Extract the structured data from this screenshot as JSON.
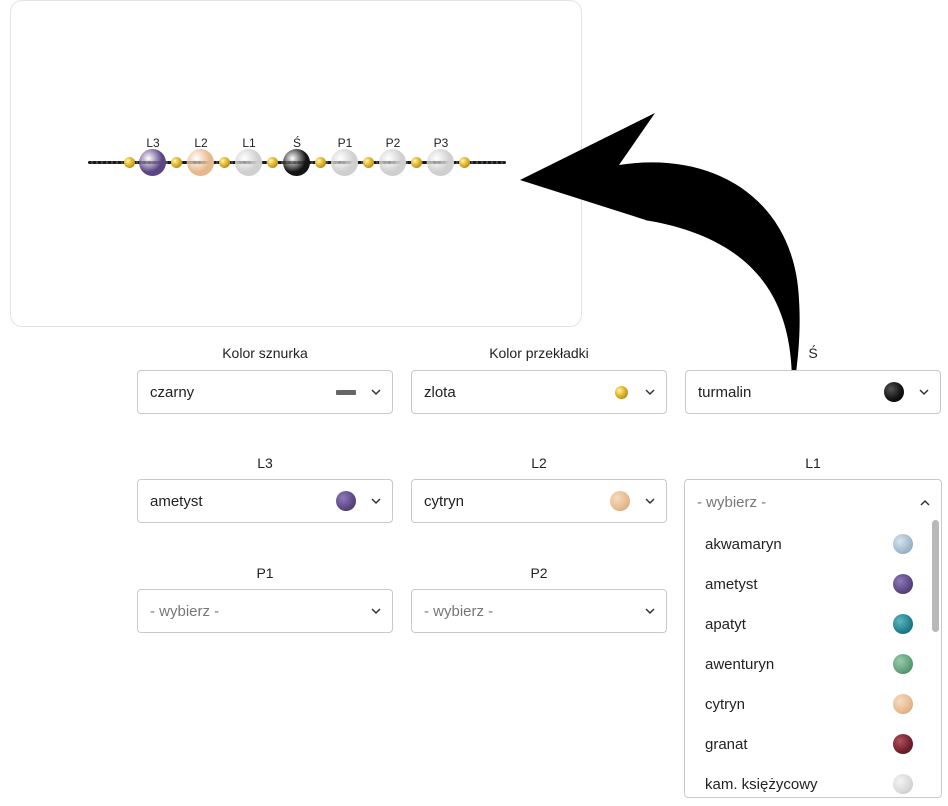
{
  "preview": {
    "beads": [
      {
        "label": "L3",
        "color": "#5b4683"
      },
      {
        "label": "L2",
        "color": "#e6b98d"
      },
      {
        "label": "L1",
        "color": "#cfcfcf"
      },
      {
        "label": "Ś",
        "color": "#141414"
      },
      {
        "label": "P1",
        "color": "#cfcfcf"
      },
      {
        "label": "P2",
        "color": "#cfcfcf"
      },
      {
        "label": "P3",
        "color": "#cfcfcf"
      }
    ]
  },
  "fields": {
    "cord": {
      "label": "Kolor sznurka",
      "value": "czarny"
    },
    "spacer": {
      "label": "Kolor przekładki",
      "value": "zlota"
    },
    "center": {
      "label": "Ś",
      "value": "turmalin"
    },
    "l3": {
      "label": "L3",
      "value": "ametyst"
    },
    "l2": {
      "label": "L2",
      "value": "cytryn"
    },
    "l1": {
      "label": "L1",
      "value": "- wybierz -"
    },
    "p1": {
      "label": "P1",
      "value": "- wybierz -"
    },
    "p2": {
      "label": "P2",
      "value": "- wybierz -"
    }
  },
  "dropdown_options": [
    {
      "label": "akwamaryn",
      "color": "#9fb8cc"
    },
    {
      "label": "ametyst",
      "color": "#5b4683"
    },
    {
      "label": "apatyt",
      "color": "#1f7f8c"
    },
    {
      "label": "awenturyn",
      "color": "#5f9f78"
    },
    {
      "label": "cytryn",
      "color": "#e6b98d"
    },
    {
      "label": "granat",
      "color": "#6e1f2a"
    },
    {
      "label": "kam. księżycowy",
      "color": "#d8d8d8"
    }
  ]
}
